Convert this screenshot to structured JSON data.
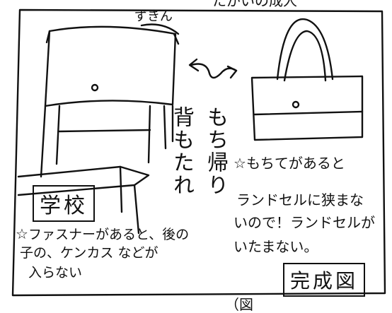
{
  "labels": {
    "hood_label": "ずきん",
    "backrest_label": "背もたれ",
    "carry_label": "もち帰り",
    "school_label": "学校",
    "complete_label": "完成図",
    "partial_bottom_text": "（図"
  },
  "notes": {
    "handle_bullet": "☆",
    "handle_line1": "もちてがあると",
    "handle_line2": "ランドセルに狭まな",
    "handle_line3": "いので！ランドセルが",
    "handle_line4": "いたまない。",
    "zipper_bullet": "☆",
    "zipper_line1": "ファスナーがあると、後の",
    "zipper_line2": "子の、ケンカス などが",
    "zipper_line3": "入らない"
  },
  "partial_top_text": "たがいの成人"
}
